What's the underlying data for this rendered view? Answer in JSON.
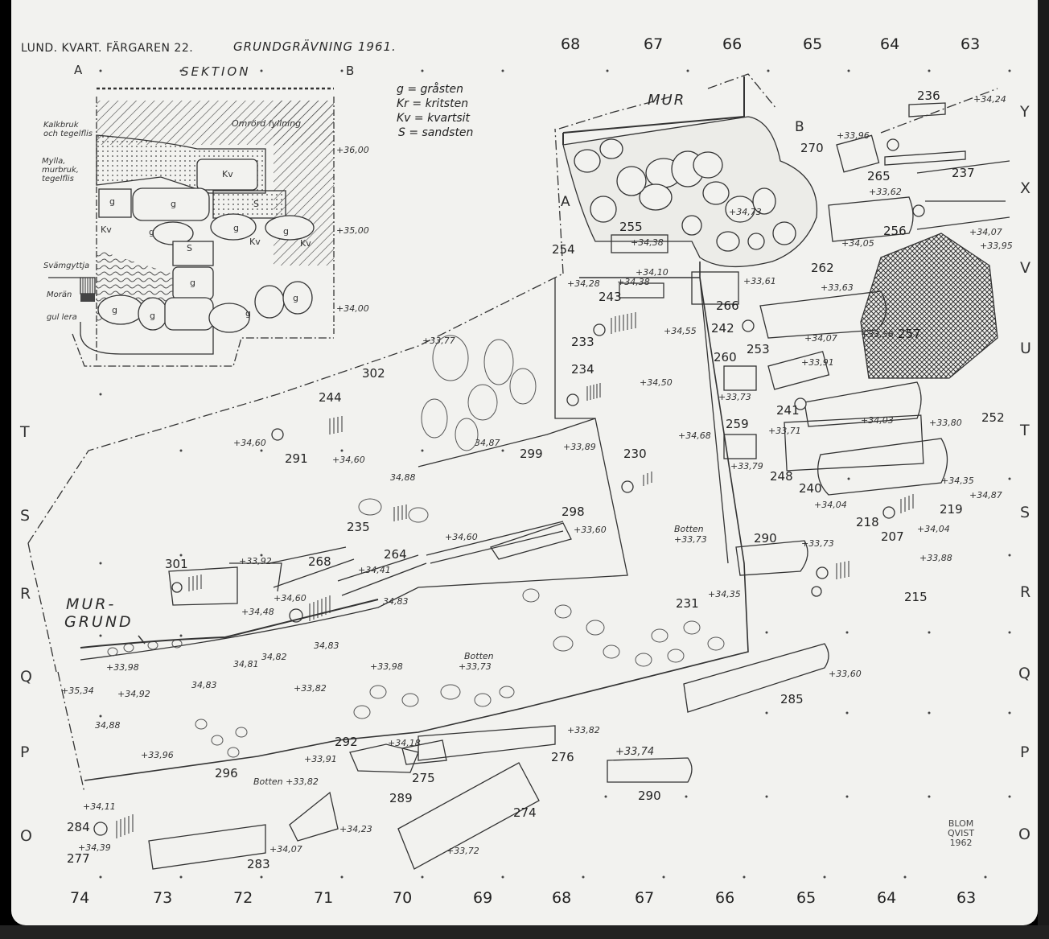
{
  "header": {
    "title_left": "LUND. KVART. FÄRGAREN 22.",
    "title_right": "GRUNDGRÄVNING 1961."
  },
  "section": {
    "title": "SEKTION",
    "point_a": "A",
    "point_b": "B",
    "layers": {
      "kalkbruk": "Kalkbruk och tegelflis",
      "mylla": "Mylla, murbruk, tegelflis",
      "svamgyttja": "Svämgyttja",
      "moran": "Morän",
      "gul_lera": "gul lera",
      "omrord": "Omrörd fyllning"
    },
    "elevations": [
      "+36,00",
      "+35,00",
      "+34,00"
    ],
    "stone_labels": [
      "Kv",
      "g",
      "g",
      "S",
      "Kv",
      "g",
      "S",
      "g",
      "Kv",
      "g",
      "Kv",
      "g",
      "g",
      "g",
      "g",
      "g"
    ]
  },
  "legend": {
    "items": [
      "g = gråsten",
      "Kr = kritsten",
      "Kv = kvartsit",
      "S = sandsten"
    ]
  },
  "grid": {
    "columns_top": [
      "68",
      "67",
      "66",
      "65",
      "64",
      "63"
    ],
    "columns_bottom": [
      "74",
      "73",
      "72",
      "71",
      "70",
      "69",
      "68",
      "67",
      "66",
      "65",
      "64",
      "63"
    ],
    "rows_left": [
      "T",
      "S",
      "R",
      "Q",
      "P",
      "O"
    ],
    "rows_right": [
      "Y",
      "X",
      "V",
      "U",
      "T",
      "S",
      "R",
      "Q",
      "P",
      "O"
    ]
  },
  "labels": {
    "mur": "MUR",
    "murgrund": [
      "MUR-",
      "GRUND"
    ],
    "plan_a": "A",
    "plan_b": "B",
    "botten_1": "Botten",
    "botten_1_elev": "+33,73",
    "botten_2": "Botten",
    "botten_2_elev": "+33,73",
    "botten_3": "Botten +33,82"
  },
  "graves": [
    {
      "id": "236",
      "elev": "+34,24"
    },
    {
      "id": "270",
      "elev": "+33,96"
    },
    {
      "id": "265",
      "elev": "+33,62"
    },
    {
      "id": "237",
      "elev": "+34,07"
    },
    {
      "id": "255",
      "elev": "+34,38"
    },
    {
      "id": "254",
      "elev": "+34,28"
    },
    {
      "id": "256",
      "elev": "+33,95"
    },
    {
      "id": "262",
      "elev": "+33,63"
    },
    {
      "id": "243",
      "elev": "+34,38"
    },
    {
      "id": "266",
      "elev": "+33,61"
    },
    {
      "id": "233",
      "elev": "+34,55"
    },
    {
      "id": "242",
      "elev": "+34,07"
    },
    {
      "id": "253",
      "elev": "+33,91"
    },
    {
      "id": "257",
      "elev": "+33,56"
    },
    {
      "id": "234",
      "elev": "+34,50"
    },
    {
      "id": "260",
      "elev": "+33,73"
    },
    {
      "id": "302",
      "elev": "+33,77"
    },
    {
      "id": "244",
      "elev": "+34,60"
    },
    {
      "id": "241",
      "elev": "+34,03"
    },
    {
      "id": "291",
      "elev": "+34,60"
    },
    {
      "id": "299",
      "elev": "+33,89"
    },
    {
      "id": "259",
      "elev": "+33,79"
    },
    {
      "id": "252",
      "elev": "+33,80"
    },
    {
      "id": "230",
      "elev": "+34,68"
    },
    {
      "id": "248",
      "elev": "+33,71"
    },
    {
      "id": "240",
      "elev": "+34,04"
    },
    {
      "id": "235",
      "elev": "+34,60"
    },
    {
      "id": "298",
      "elev": "+33,60"
    },
    {
      "id": "219",
      "elev": "+34,87"
    },
    {
      "id": "218",
      "elev": "+34,35"
    },
    {
      "id": "290",
      "elev": "+33,73"
    },
    {
      "id": "207",
      "elev": "+34,04"
    },
    {
      "id": "301",
      "elev": "+33,92"
    },
    {
      "id": "268",
      "elev": "+34,48"
    },
    {
      "id": "264",
      "elev": "+34,41"
    },
    {
      "id": "215",
      "elev": "+33,88"
    },
    {
      "id": "231",
      "elev": "+34,35"
    },
    {
      "id": "285",
      "elev": "+33,60"
    },
    {
      "id": "292",
      "elev": "+33,91"
    },
    {
      "id": "276",
      "elev": "+33,82"
    },
    {
      "id": "275",
      "elev": "+34,18"
    },
    {
      "id": "296",
      "elev": ""
    },
    {
      "id": "290b",
      "label": "290",
      "elev": "+33,74"
    },
    {
      "id": "289",
      "elev": "+34,23"
    },
    {
      "id": "274",
      "elev": "+33,72"
    },
    {
      "id": "284",
      "elev": "+34,11"
    },
    {
      "id": "277",
      "elev": "+34,39"
    },
    {
      "id": "283",
      "elev": "+34,07"
    }
  ],
  "misc_elevations": {
    "e_34_73": "+34,73",
    "e_34_05": "+34,05",
    "e_34_10": "+34,10",
    "e_34_87": "34,87",
    "e_34_88": "34,88",
    "e_34_60b": "+34,60",
    "e_34_83a": "34,83",
    "e_34_83b": "34,83",
    "e_34_83c": "34,83",
    "e_34_82": "34,82",
    "e_34_81": "34,81",
    "e_33_98a": "+33,98",
    "e_33_98b": "+33,98",
    "e_35_34": "+35,34",
    "e_34_92": "+34,92",
    "e_33_82": "+33,82",
    "e_34_88b": "34,88",
    "e_33_96": "+33,96"
  },
  "signature": {
    "line1": "BLOM",
    "line2": "QVIST",
    "line3": "1962"
  },
  "colors": {
    "paper": "#f2f2ef",
    "ink": "#2a2a2a",
    "frame": "#000000"
  }
}
